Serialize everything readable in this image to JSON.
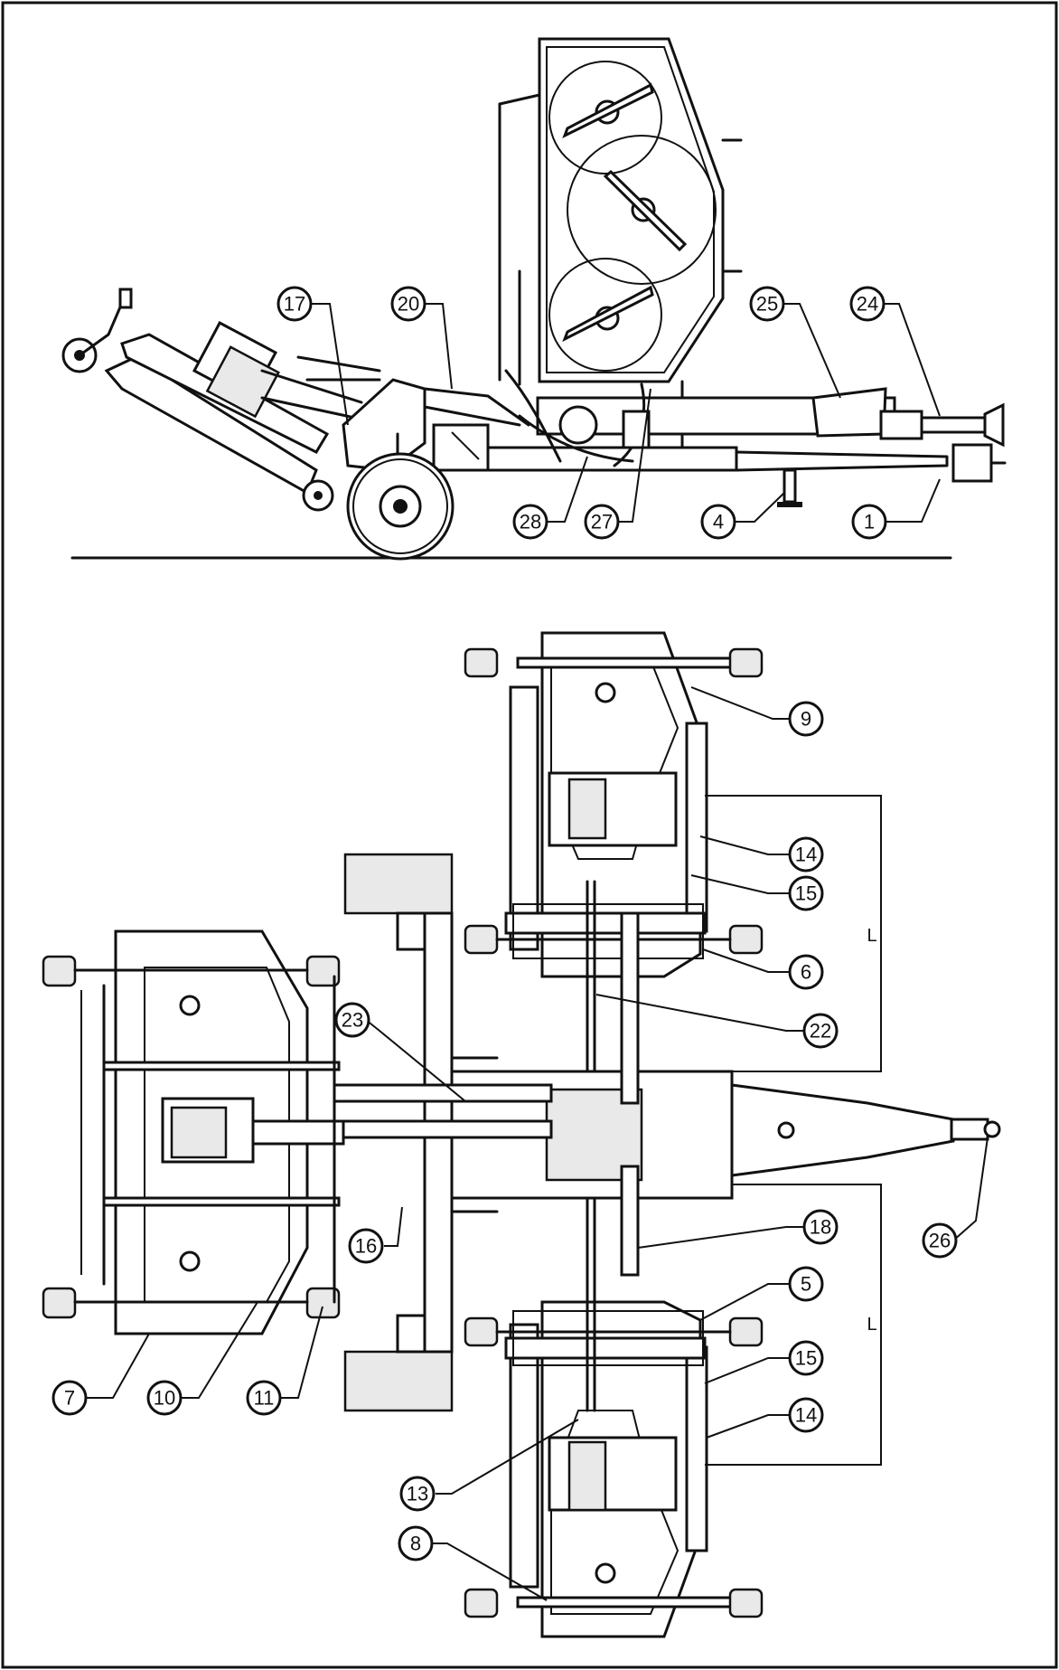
{
  "callouts": [
    {
      "id": "c17",
      "label": "17"
    },
    {
      "id": "c20",
      "label": "20"
    },
    {
      "id": "c25",
      "label": "25"
    },
    {
      "id": "c24",
      "label": "24"
    },
    {
      "id": "c28",
      "label": "28"
    },
    {
      "id": "c27",
      "label": "27"
    },
    {
      "id": "c4",
      "label": "4"
    },
    {
      "id": "c1",
      "label": "1"
    },
    {
      "id": "c9",
      "label": "9"
    },
    {
      "id": "c14a",
      "label": "14"
    },
    {
      "id": "c15a",
      "label": "15"
    },
    {
      "id": "c6",
      "label": "6"
    },
    {
      "id": "c22",
      "label": "22"
    },
    {
      "id": "c23",
      "label": "23"
    },
    {
      "id": "c26",
      "label": "26"
    },
    {
      "id": "c18",
      "label": "18"
    },
    {
      "id": "c16",
      "label": "16"
    },
    {
      "id": "c5",
      "label": "5"
    },
    {
      "id": "c15b",
      "label": "15"
    },
    {
      "id": "c14b",
      "label": "14"
    },
    {
      "id": "c13",
      "label": "13"
    },
    {
      "id": "c7",
      "label": "7"
    },
    {
      "id": "c10",
      "label": "10"
    },
    {
      "id": "c11",
      "label": "11"
    },
    {
      "id": "c8",
      "label": "8"
    }
  ],
  "dimensions": {
    "upper": "L",
    "lower": "L"
  }
}
